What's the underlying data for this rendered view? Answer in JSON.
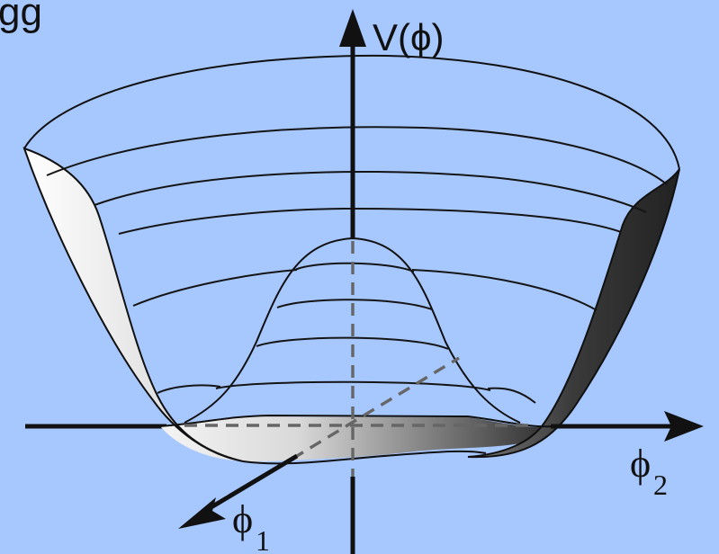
{
  "corner_text": "gg",
  "axes": {
    "vertical": {
      "label": "V(ϕ)"
    },
    "horizontal": {
      "label_main": "ϕ",
      "label_sub": "2"
    },
    "depth": {
      "label_main": "ϕ",
      "label_sub": "1"
    }
  },
  "colors": {
    "background": "#a7c7ff",
    "line": "#111111",
    "dashed": "#666666",
    "left_side_light": "#f2f2f2",
    "right_side_dark": "#2a2a2a"
  }
}
